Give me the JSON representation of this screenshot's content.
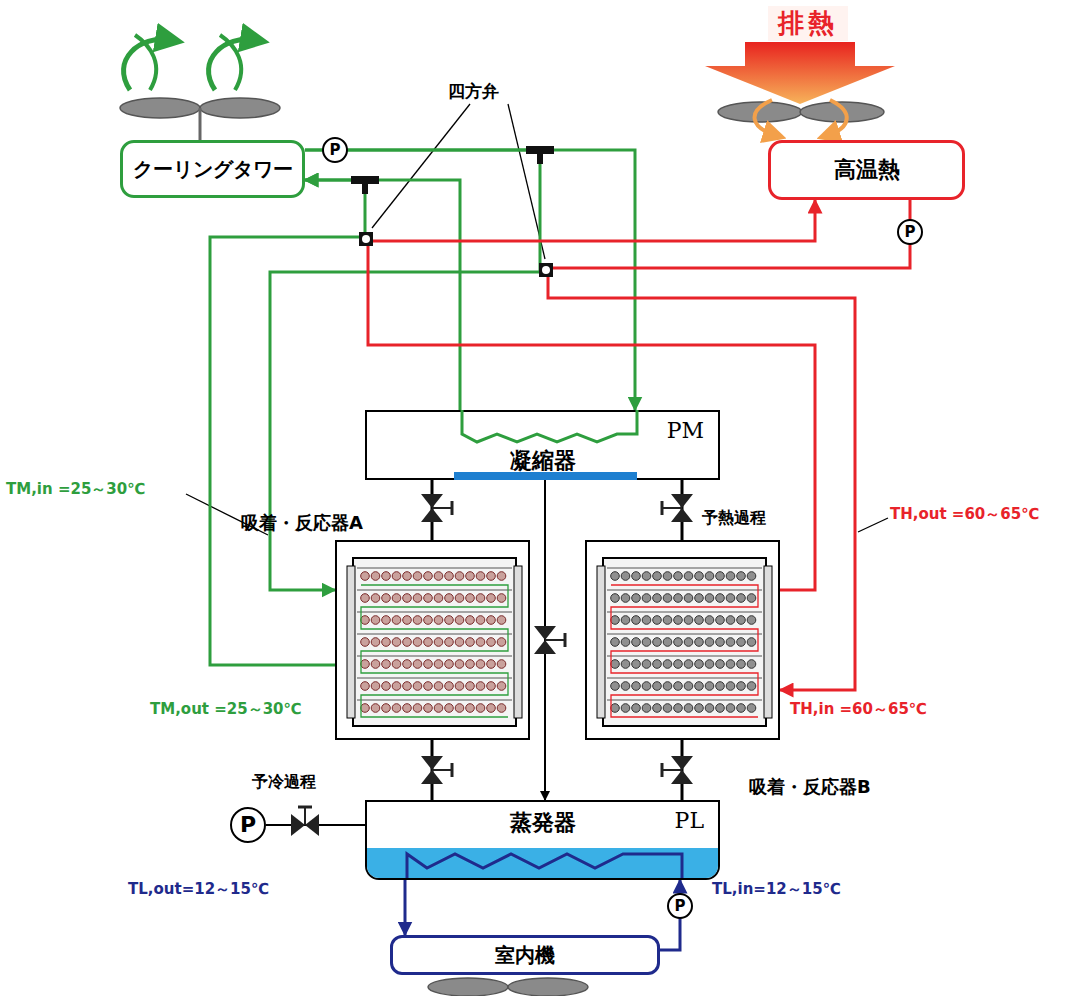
{
  "diagram": {
    "nodes": [
      {
        "text": [
          "クーリングタワー"
        ]
      },
      {
        "text": [
          "高温熱"
        ]
      },
      {
        "text": [
          "凝縮器",
          "PM"
        ]
      },
      {
        "text": [
          "吸着・反応器A"
        ]
      },
      {
        "text": [
          "吸着・反応器B"
        ]
      },
      {
        "text": [
          "蒸発器",
          "PL"
        ]
      },
      {
        "text": [
          "室内機"
        ]
      }
    ],
    "edges": [
      {
        "from": 0,
        "to": 2,
        "arrow": "to"
      },
      {
        "from": 2,
        "to": 0,
        "arrow": "to"
      },
      {
        "from": 0,
        "to": 3,
        "arrow": "to"
      },
      {
        "from": 3,
        "to": 0,
        "arrow": "to"
      },
      {
        "from": 1,
        "to": 4,
        "arrow": "to"
      },
      {
        "from": 4,
        "to": 1,
        "arrow": "to"
      },
      {
        "from": 2,
        "to": 5,
        "arrow": "to"
      },
      {
        "from": 6,
        "to": 5,
        "arrow": "to"
      },
      {
        "from": 5,
        "to": 6,
        "arrow": "to"
      },
      {
        "from": 2,
        "to": 3,
        "arrow": "none"
      },
      {
        "from": 2,
        "to": 4,
        "arrow": "none"
      },
      {
        "from": 3,
        "to": 5,
        "arrow": "none"
      },
      {
        "from": 4,
        "to": 5,
        "arrow": "none"
      }
    ],
    "labels": [
      "排熱",
      "四方弁",
      "P",
      "P",
      "P",
      "P",
      "TM,in =25～30℃",
      "TM,out =25～30℃",
      "TH,out =60～65℃",
      "TH,in =60～65℃",
      "TL,out=12～15℃",
      "TL,in=12～15℃",
      "予熱過程",
      "予冷過程"
    ]
  }
}
